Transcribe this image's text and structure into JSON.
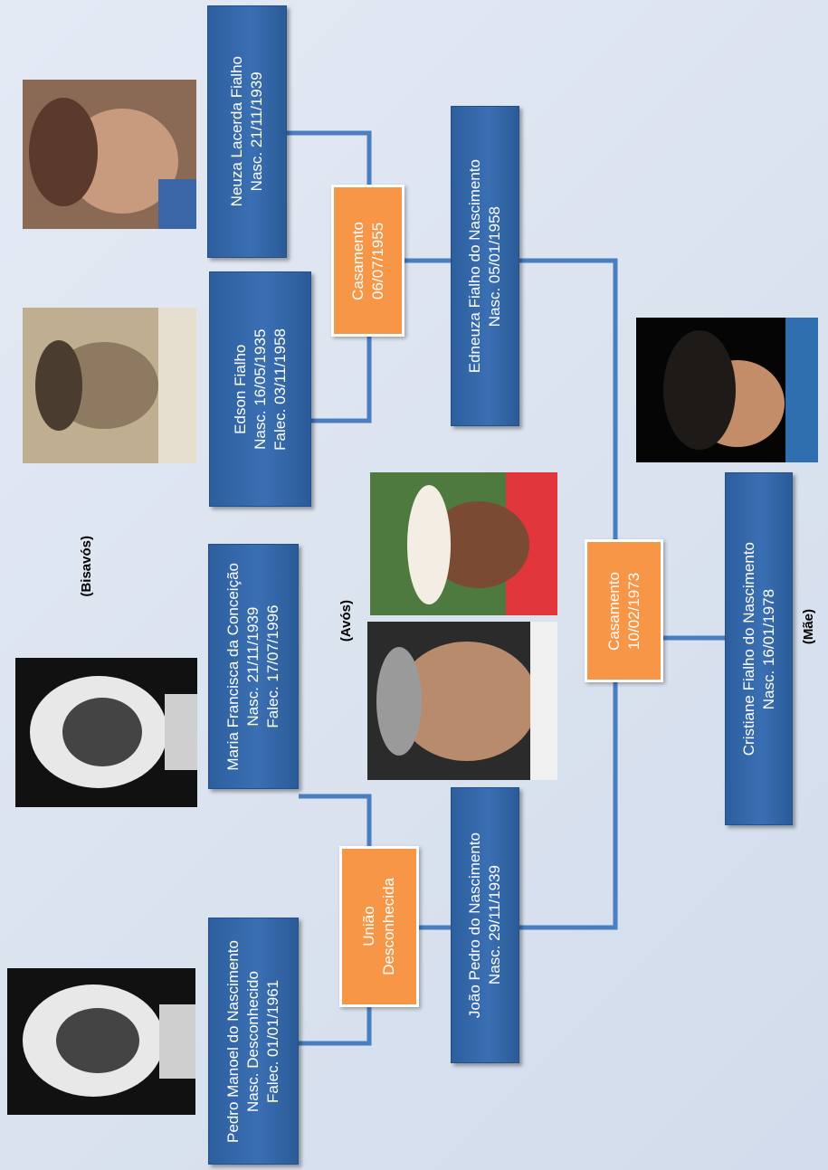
{
  "people": {
    "pedro": {
      "name": "Pedro Manoel do Nascimento",
      "line2": "Nasc. Desconhecido",
      "line3": "Falec. 01/01/1961"
    },
    "maria": {
      "name": "Maria Francisca da Conceição",
      "line2": "Nasc. 21/11/1939",
      "line3": "Falec. 17/07/1996"
    },
    "edson": {
      "name": "Edson Fialho",
      "line2": "Nasc. 16/05/1935",
      "line3": "Falec. 03/11/1958"
    },
    "neuza": {
      "name": "Neuza Lacerda Fialho",
      "line2": "Nasc. 21/11/1939"
    },
    "joao": {
      "name": "João Pedro do Nascimento",
      "line2": "Nasc. 29/11/1939"
    },
    "edneuza": {
      "name": "Edneuza Fialho do Nascimento",
      "line2": "Nasc. 05/01/1958"
    },
    "cristiane": {
      "name": "Cristiane Fialho do Nascimento",
      "line2": "Nasc. 16/01/1978"
    }
  },
  "unions": {
    "uniao": {
      "line1": "União",
      "line2": "Desconhecida"
    },
    "casamento1955": {
      "line1": "Casamento",
      "line2": "06/07/1955"
    },
    "casamento1973": {
      "line1": "Casamento",
      "line2": "10/02/1973"
    }
  },
  "labels": {
    "bisavos": "(Bisavós)",
    "avos": "(Avós)",
    "mae": "(Mãe)"
  },
  "colors": {
    "person_box": "#3a6fb3",
    "union_box": "#f79646",
    "connector": "#4a7ec3",
    "background": "#dbe3ef"
  }
}
